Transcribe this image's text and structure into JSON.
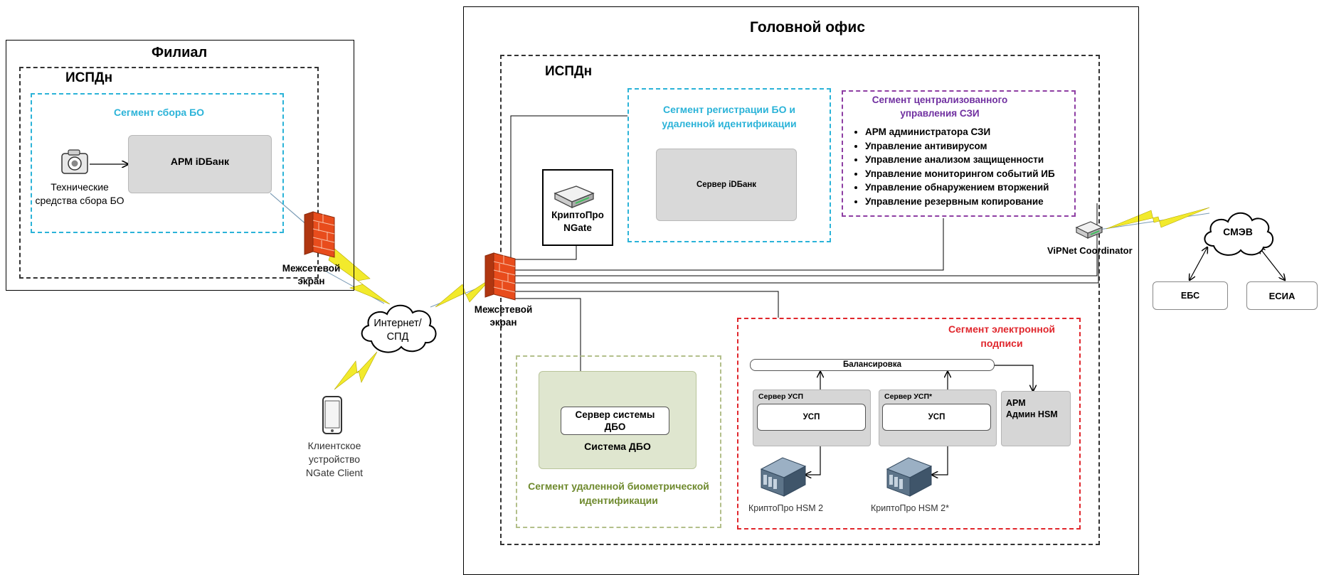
{
  "branch": {
    "title": "Филиал",
    "ispdn": "ИСПДн",
    "segment": "Сегмент сбора БО",
    "arm": "АРМ iDБанк",
    "camera_label_1": "Технические",
    "camera_label_2": "средства сбора БО"
  },
  "firewall": {
    "label_1": "Межсетевой",
    "label_2": "экран"
  },
  "internet": {
    "label_1": "Интернет/",
    "label_2": "СПД"
  },
  "client": {
    "label_1": "Клиентское",
    "label_2": "устройство",
    "label_3": "NGate Client"
  },
  "head_office": {
    "title": "Головной офис",
    "ispdn": "ИСПДн",
    "ngate_1": "КриптоПро",
    "ngate_2": "NGate",
    "reg_segment_1": "Сегмент регистрации БО и",
    "reg_segment_2": "удаленной идентификации",
    "server_idbank": "Сервер iDБанк",
    "szi_segment_1": "Сегмент централизованного",
    "szi_segment_2": "управления СЗИ",
    "szi_items": [
      "АРМ администратора СЗИ",
      "Управление антивирусом",
      "Управление анализом защищенности",
      "Управление мониторингом событий ИБ",
      "Управление обнаружением вторжений",
      "Управление резервным копирование"
    ],
    "vipnet": "ViPNet Coordinator",
    "dbo_server_1": "Сервер системы",
    "dbo_server_2": "ДБО",
    "dbo_system": "Система ДБО",
    "bio_segment_1": "Сегмент удаленной биометрической",
    "bio_segment_2": "идентификации",
    "esign_segment_1": "Сегмент электронной",
    "esign_segment_2": "подписи",
    "balancing": "Балансировка",
    "usp_server_1": "Сервер УСП",
    "usp_server_2": "Сервер УСП*",
    "usp": "УСП",
    "arm_hsm_1": "АРМ",
    "arm_hsm_2": "Админ HSM",
    "hsm_1": "КриптоПро HSM 2",
    "hsm_2": "КриптоПро HSM 2*"
  },
  "external": {
    "smev": "СМЭВ",
    "ebs": "ЕБС",
    "esia": "ЕСИА"
  },
  "colors": {
    "cyan": "#2bb3d8",
    "purple": "#7030a0",
    "red": "#e0262c",
    "olive": "#6f8a2e",
    "bolt": "#f2ea2c"
  }
}
